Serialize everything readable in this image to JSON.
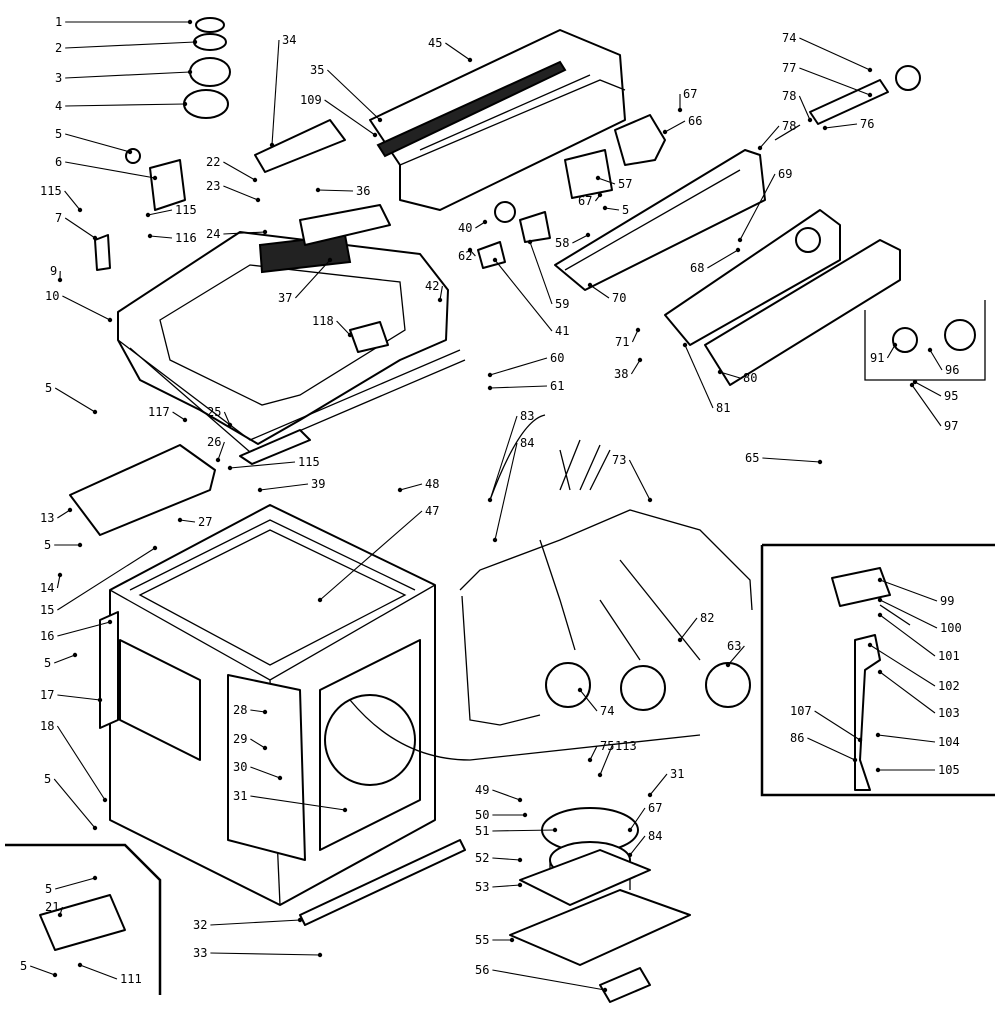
{
  "header_text": "",
  "labels": [
    {
      "id": "l1",
      "text": "1"
    },
    {
      "id": "l2",
      "text": "2"
    },
    {
      "id": "l3",
      "text": "3"
    },
    {
      "id": "l4",
      "text": "4"
    },
    {
      "id": "l5a",
      "text": "5"
    },
    {
      "id": "l6",
      "text": "6"
    },
    {
      "id": "l115a",
      "text": "115"
    },
    {
      "id": "l7a",
      "text": "7"
    },
    {
      "id": "l115b",
      "text": "115"
    },
    {
      "id": "l116",
      "text": "116"
    },
    {
      "id": "l9",
      "text": "9"
    },
    {
      "id": "l10",
      "text": "10"
    },
    {
      "id": "l22",
      "text": "22"
    },
    {
      "id": "l23",
      "text": "23"
    },
    {
      "id": "l24",
      "text": "24"
    },
    {
      "id": "l34",
      "text": "34"
    },
    {
      "id": "l35",
      "text": "35"
    },
    {
      "id": "l109",
      "text": "109"
    },
    {
      "id": "l36",
      "text": "36"
    },
    {
      "id": "l37",
      "text": "37"
    },
    {
      "id": "l45",
      "text": "45"
    },
    {
      "id": "l42",
      "text": "42"
    },
    {
      "id": "l118",
      "text": "118"
    },
    {
      "id": "l60",
      "text": "60"
    },
    {
      "id": "l61",
      "text": "61"
    },
    {
      "id": "l40",
      "text": "40"
    },
    {
      "id": "l62",
      "text": "62"
    },
    {
      "id": "l41",
      "text": "41"
    },
    {
      "id": "l59",
      "text": "59"
    },
    {
      "id": "l57",
      "text": "57"
    },
    {
      "id": "l67a",
      "text": "67"
    },
    {
      "id": "l67b",
      "text": "67"
    },
    {
      "id": "l58",
      "text": "58"
    },
    {
      "id": "l5b",
      "text": "5"
    },
    {
      "id": "l66",
      "text": "66"
    },
    {
      "id": "l70",
      "text": "70"
    },
    {
      "id": "l74t",
      "text": "74"
    },
    {
      "id": "l77",
      "text": "77"
    },
    {
      "id": "l78a",
      "text": "78"
    },
    {
      "id": "l76",
      "text": "76"
    },
    {
      "id": "l78b",
      "text": "78"
    },
    {
      "id": "l69",
      "text": "69"
    },
    {
      "id": "l68",
      "text": "68"
    },
    {
      "id": "l71",
      "text": "71"
    },
    {
      "id": "l38",
      "text": "38"
    },
    {
      "id": "l80",
      "text": "80"
    },
    {
      "id": "l81",
      "text": "81"
    },
    {
      "id": "l91",
      "text": "91"
    },
    {
      "id": "l96",
      "text": "96"
    },
    {
      "id": "l95",
      "text": "95"
    },
    {
      "id": "l97",
      "text": "97"
    },
    {
      "id": "l65",
      "text": "65"
    },
    {
      "id": "l5c",
      "text": "5"
    },
    {
      "id": "l117",
      "text": "117"
    },
    {
      "id": "l25",
      "text": "25"
    },
    {
      "id": "l26",
      "text": "26"
    },
    {
      "id": "l115c",
      "text": "115"
    },
    {
      "id": "l39",
      "text": "39"
    },
    {
      "id": "l13",
      "text": "13"
    },
    {
      "id": "l27",
      "text": "27"
    },
    {
      "id": "l5d",
      "text": "5"
    },
    {
      "id": "l14",
      "text": "14"
    },
    {
      "id": "l15",
      "text": "15"
    },
    {
      "id": "l16",
      "text": "16"
    },
    {
      "id": "l5e",
      "text": "5"
    },
    {
      "id": "l17",
      "text": "17"
    },
    {
      "id": "l18",
      "text": "18"
    },
    {
      "id": "l5f",
      "text": "5"
    },
    {
      "id": "l48",
      "text": "48"
    },
    {
      "id": "l47",
      "text": "47"
    },
    {
      "id": "l28",
      "text": "28"
    },
    {
      "id": "l29",
      "text": "29"
    },
    {
      "id": "l30",
      "text": "30"
    },
    {
      "id": "l31a",
      "text": "31"
    },
    {
      "id": "l32",
      "text": "32"
    },
    {
      "id": "l33",
      "text": "33"
    },
    {
      "id": "l83",
      "text": "83"
    },
    {
      "id": "l84a",
      "text": "84"
    },
    {
      "id": "l73",
      "text": "73"
    },
    {
      "id": "l82",
      "text": "82"
    },
    {
      "id": "l63",
      "text": "63"
    },
    {
      "id": "l74b",
      "text": "74"
    },
    {
      "id": "l75",
      "text": "75"
    },
    {
      "id": "l113",
      "text": "113"
    },
    {
      "id": "l31b",
      "text": "31"
    },
    {
      "id": "l49",
      "text": "49"
    },
    {
      "id": "l50",
      "text": "50"
    },
    {
      "id": "l51",
      "text": "51"
    },
    {
      "id": "l52",
      "text": "52"
    },
    {
      "id": "l53",
      "text": "53"
    },
    {
      "id": "l67c",
      "text": "67"
    },
    {
      "id": "l84b",
      "text": "84"
    },
    {
      "id": "l55",
      "text": "55"
    },
    {
      "id": "l56",
      "text": "56"
    },
    {
      "id": "l99",
      "text": "99"
    },
    {
      "id": "l100",
      "text": "100"
    },
    {
      "id": "l101",
      "text": "101"
    },
    {
      "id": "l102",
      "text": "102"
    },
    {
      "id": "l103",
      "text": "103"
    },
    {
      "id": "l104",
      "text": "104"
    },
    {
      "id": "l105",
      "text": "105"
    },
    {
      "id": "l107",
      "text": "107"
    },
    {
      "id": "l86",
      "text": "86"
    },
    {
      "id": "l5g",
      "text": "5"
    },
    {
      "id": "l21",
      "text": "21"
    },
    {
      "id": "l5h",
      "text": "5"
    },
    {
      "id": "l111",
      "text": "111"
    }
  ]
}
